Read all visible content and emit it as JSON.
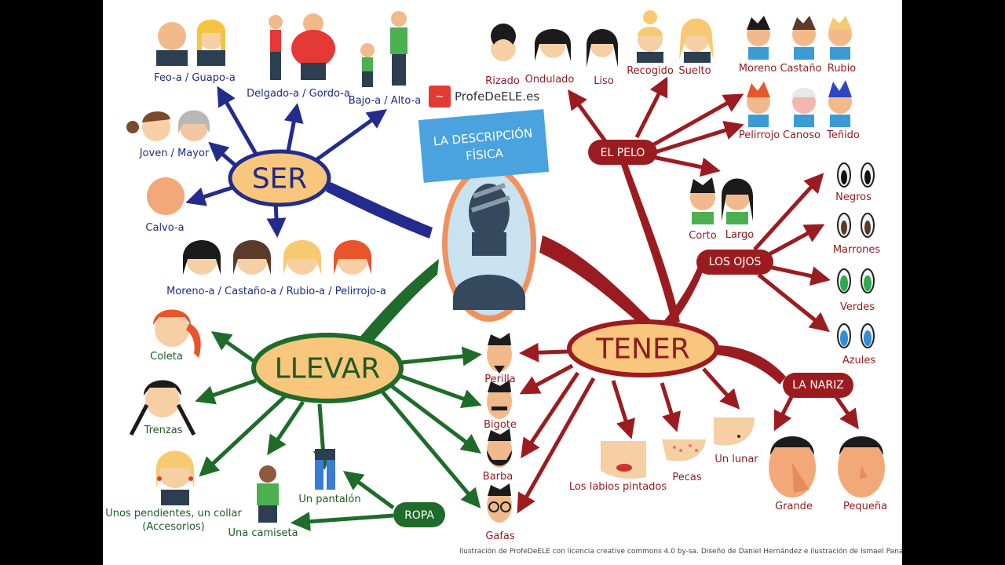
{
  "brand": {
    "name": "ProfeDeELE.es",
    "badge": "~"
  },
  "title": {
    "line1": "LA DESCRIPCIÓN",
    "line2": "FÍSICA"
  },
  "nodes": {
    "ser": "SER",
    "llevar": "LLEVAR",
    "tener": "TENER"
  },
  "pills": {
    "pelo": "EL PELO",
    "ojos": "LOS OJOS",
    "nariz": "LA NARIZ",
    "ropa": "ROPA"
  },
  "ser_items": {
    "feo": "Feo-a / Guapo-a",
    "delgado": "Delgado-a / Gordo-a",
    "bajo": "Bajo-a / Alto-a",
    "joven": "Joven / Mayor",
    "calvo": "Calvo-a",
    "moreno": "Moreno-a / Castaño-a / Rubio-a / Pelirrojo-a"
  },
  "pelo_items": {
    "rizado": "Rizado",
    "ondulado": "Ondulado",
    "liso": "Liso",
    "recogido": "Recogido",
    "suelto": "Suelto",
    "moreno": "Moreno",
    "castano": "Castaño",
    "rubio": "Rubio",
    "pelirrojo": "Pelirrojo",
    "canoso": "Canoso",
    "tenido": "Teñido",
    "corto": "Corto",
    "largo": "Largo"
  },
  "ojos_items": {
    "negros": "Negros",
    "marrones": "Marrones",
    "verdes": "Verdes",
    "azules": "Azules"
  },
  "tener_items": {
    "perilla": "Perilla",
    "bigote": "Bigote",
    "barba": "Barba",
    "gafas": "Gafas",
    "labios": "Los labios pintados",
    "pecas": "Pecas",
    "lunar": "Un lunar"
  },
  "nariz_items": {
    "grande": "Grande",
    "pequena": "Pequeña"
  },
  "llevar_items": {
    "coleta": "Coleta",
    "trenzas": "Trenzas",
    "pendientes1": "Unos pendientes, un collar",
    "pendientes2": "(Accesorios)",
    "pantalon": "Un pantalón",
    "camiseta": "Una camiseta"
  },
  "credit": "Ilustración de ProfeDeELE con licencia creative commons 4.0 by-sa. Diseño de Daniel Hernández e ilustración de Ismael Panadero",
  "colors": {
    "ser": "#232c8c",
    "tener": "#9b1c20",
    "llevar": "#1e6b2a",
    "node_fill": "#f8c67c"
  }
}
